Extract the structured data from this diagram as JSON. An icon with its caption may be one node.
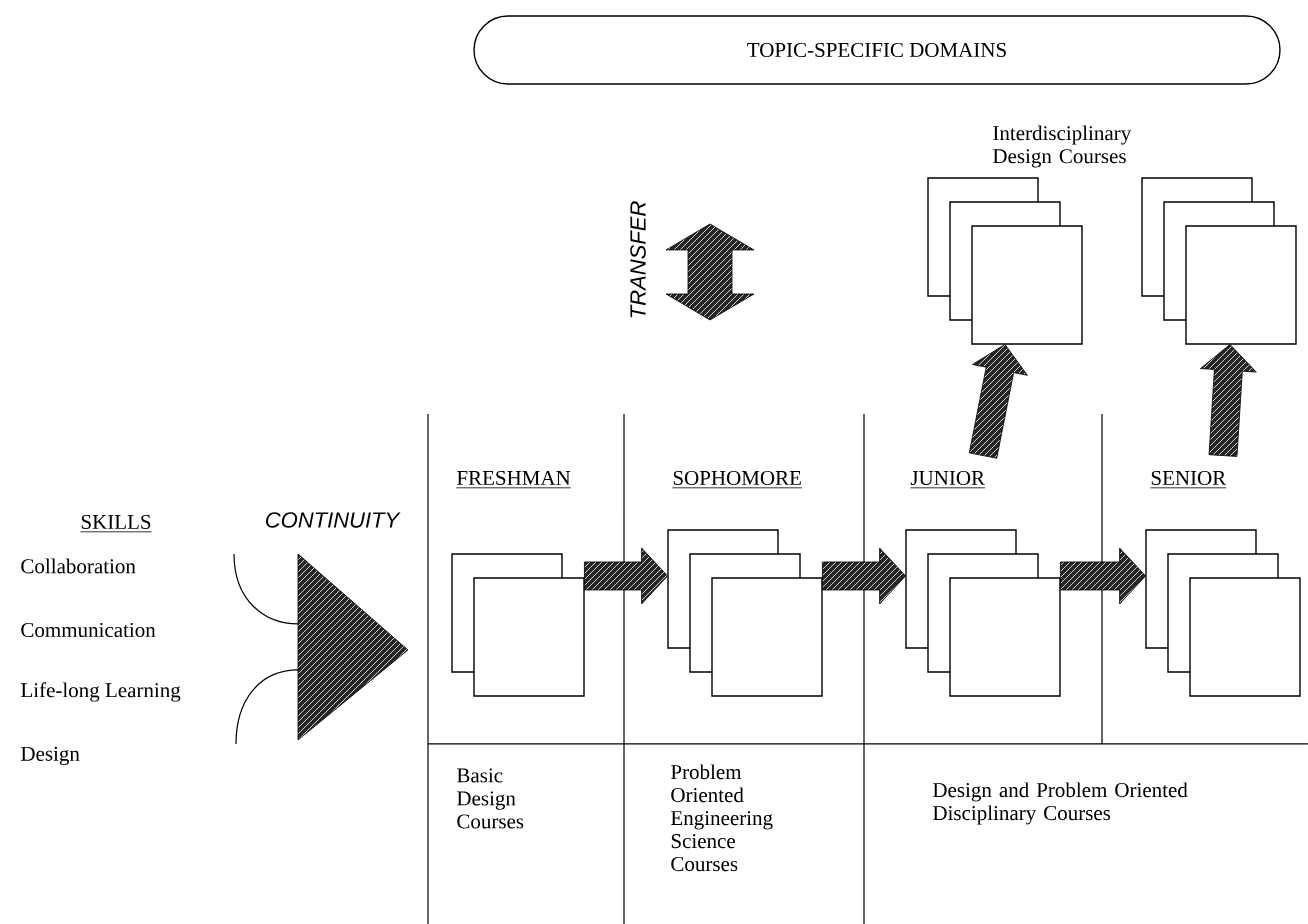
{
  "diagram": {
    "nodes": [
      {
        "text": [
          "TOPIC-SPECIFIC DOMAINS"
        ]
      },
      {
        "text": [
          "Interdisciplinary Design Courses"
        ]
      },
      {
        "text": [],
        "shape": "box"
      },
      {
        "text": [
          "FRESHMAN"
        ]
      },
      {
        "text": [
          "SOPHOMORE"
        ]
      },
      {
        "text": [
          "JUNIOR"
        ]
      },
      {
        "text": [
          "SENIOR"
        ]
      }
    ],
    "edges": [
      {
        "from": 3,
        "to": 4,
        "arrow": "to",
        "style": "thick"
      },
      {
        "from": 4,
        "to": 5,
        "arrow": "to",
        "style": "thick"
      },
      {
        "from": 5,
        "to": 6,
        "arrow": "to",
        "style": "thick"
      },
      {
        "from": 5,
        "to": 1,
        "arrow": "to",
        "style": "thick"
      },
      {
        "from": 6,
        "to": 2,
        "arrow": "to",
        "style": "thick"
      }
    ],
    "labels": [
      "TRANSFER",
      "CONTINUITY",
      "SKILLS",
      "Collaboration",
      "Communication",
      "Life-long Learning",
      "Design",
      "Basic Design Courses",
      "Problem Oriented Engineering Science Courses",
      "Design and Problem Oriented Disciplinary Courses"
    ]
  }
}
